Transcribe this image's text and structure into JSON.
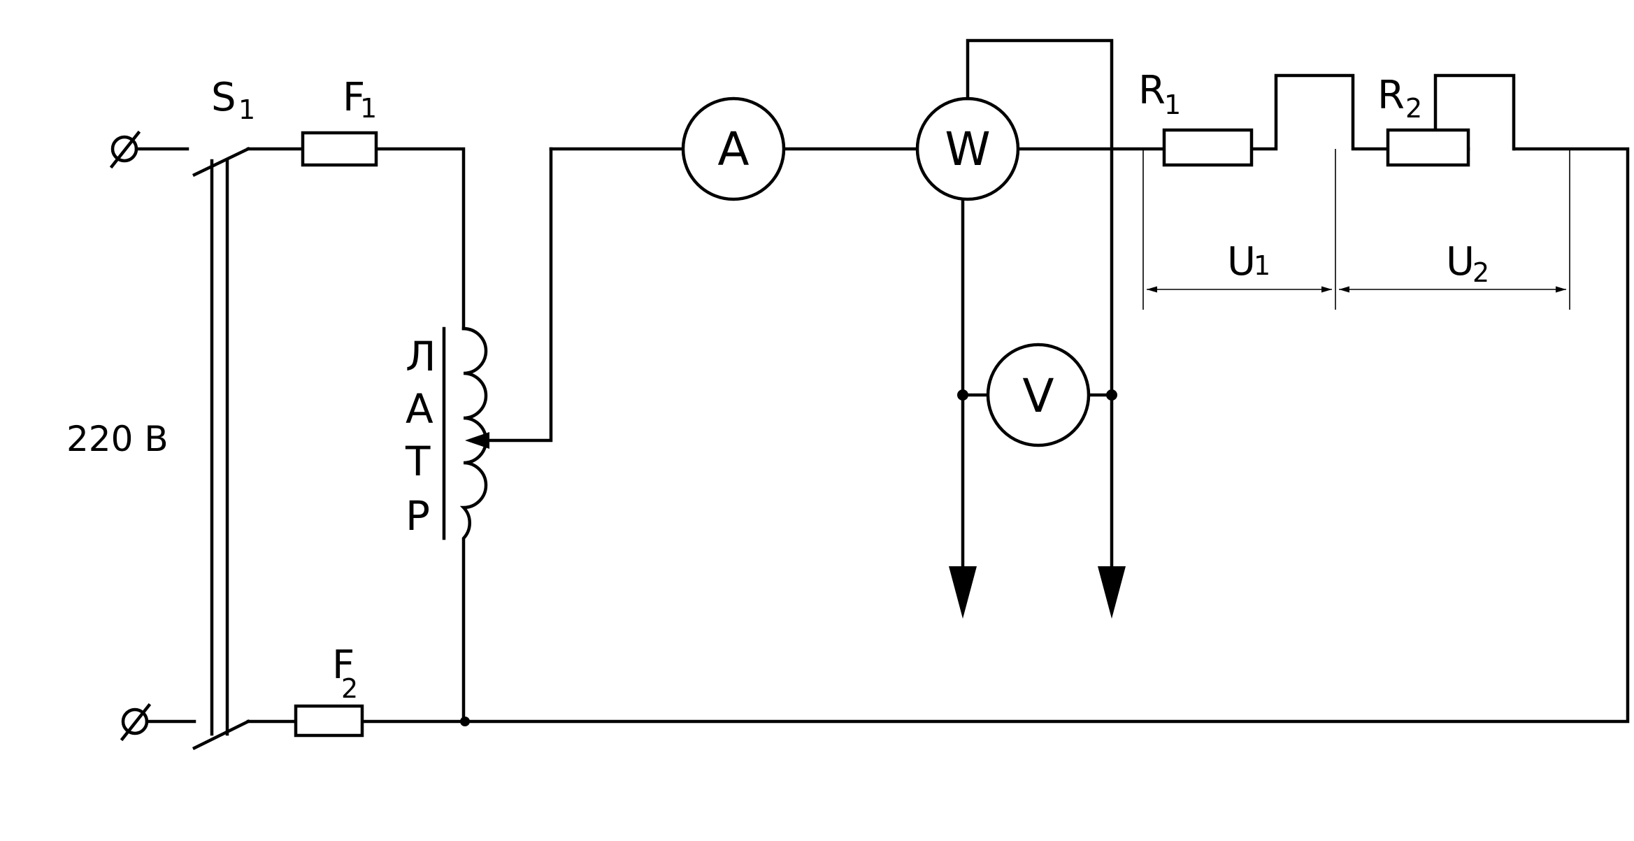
{
  "labels": {
    "switch": "S",
    "switch_sub": "1",
    "fuse1": "F",
    "fuse1_sub": "1",
    "fuse2": "F",
    "fuse2_sub": "2",
    "source_voltage": "220 В",
    "autotransformer_1": "Л",
    "autotransformer_2": "А",
    "autotransformer_3": "Т",
    "autotransformer_4": "Р",
    "ammeter": "A",
    "wattmeter": "W",
    "voltmeter": "V",
    "resistor1": "R",
    "resistor1_sub": "1",
    "resistor2": "R",
    "resistor2_sub": "2",
    "voltage1": "U",
    "voltage1_sub": "1",
    "voltage2": "U",
    "voltage2_sub": "2"
  }
}
